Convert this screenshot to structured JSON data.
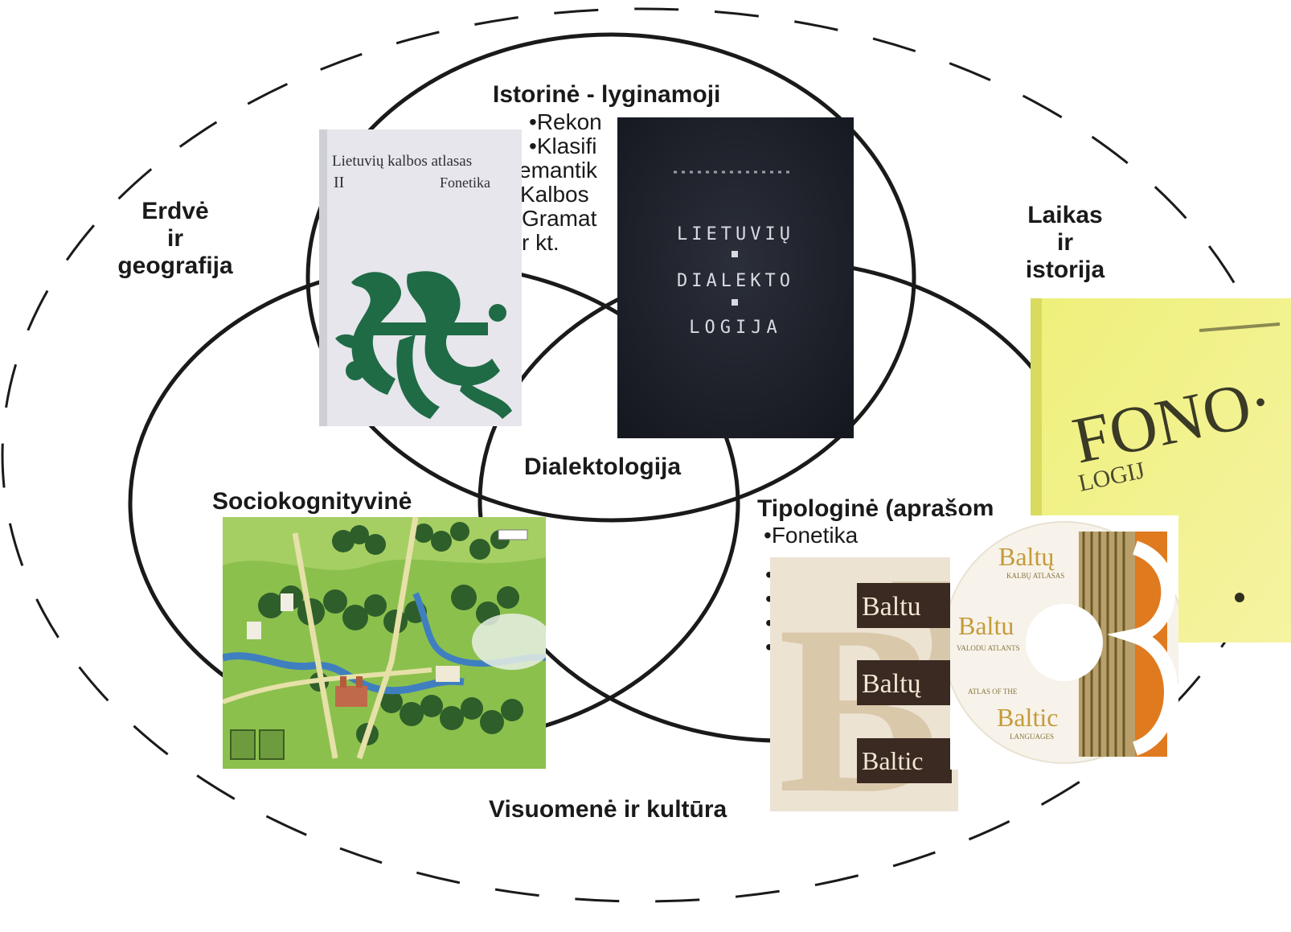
{
  "diagram": {
    "outer_circle": "Visuomenė ir kultūra",
    "left_circle_label": [
      "Erdvė",
      "ir",
      "geografija"
    ],
    "right_circle_label": [
      "Laikas",
      "ir",
      "istorija"
    ],
    "top_circle": {
      "title": "Istorinė - lyginamoji",
      "items_visible": [
        "Rekon",
        "Klasifi",
        "emantik",
        "Kalbos",
        "Gramat",
        "r kt."
      ]
    },
    "center": "Dialektologija",
    "bottom_left": "Sociokognityvinė",
    "bottom_right": {
      "title": "Tipologinė (aprašom",
      "items_visible": [
        "Fonetika"
      ]
    },
    "stroke_color": "#1a1a1a"
  },
  "images": {
    "atlas_cover": {
      "icon": "book-cover-icon",
      "lines": [
        "Lietuvių kalbos atlasas",
        "II",
        "Fonetika"
      ],
      "bg": "#e9e9ef",
      "accent": "#1f6b46"
    },
    "dialect_cover": {
      "icon": "book-cover-icon",
      "lines": [
        "LIETUVIŲ",
        "DIALEKTO",
        "LOGIJA"
      ],
      "bg": "#23262f",
      "text_color": "#d8dbe0"
    },
    "fono_cover": {
      "icon": "book-cover-icon",
      "lines": [
        "FONO·",
        "LOGIJ"
      ],
      "bg": "#f0f08a",
      "text_color": "#2f2f1e"
    },
    "map_image": {
      "icon": "landscape-map-icon",
      "bg": "#7fb443"
    },
    "baltic_box": {
      "icon": "book-cover-icon",
      "lines": [
        "Baltu",
        "Baltų",
        "Baltic"
      ],
      "bg": "#e6dccb",
      "accent": "#3a2a22"
    },
    "baltic_cd": {
      "icon": "cd-disc-icon",
      "lines": [
        "Baltų",
        "KALBŲ ATLASAS",
        "Baltu",
        "VALODU ATLANTS",
        "ATLAS OF THE",
        "Baltic",
        "LANGUAGES"
      ],
      "accent": "#c49a3a",
      "b_color": "#e07a1f"
    }
  }
}
